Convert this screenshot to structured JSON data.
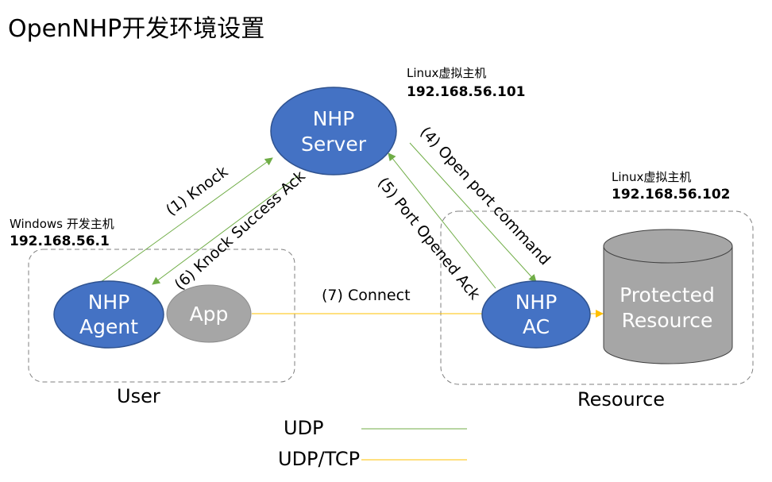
{
  "title": "OpenNHP开发环境设置",
  "hosts": {
    "server": {
      "name": "Linux虚拟主机",
      "ip": "192.168.56.101"
    },
    "resource": {
      "name": "Linux虚拟主机",
      "ip": "192.168.56.102"
    },
    "windows": {
      "name": "Windows 开发主机",
      "ip": "192.168.56.1"
    }
  },
  "nodes": {
    "server": {
      "line1": "NHP",
      "line2": "Server"
    },
    "agent": {
      "line1": "NHP",
      "line2": "Agent"
    },
    "app": {
      "label": "App"
    },
    "ac": {
      "line1": "NHP",
      "line2": "AC"
    },
    "protected": {
      "line1": "Protected",
      "line2": "Resource"
    }
  },
  "edges": {
    "knock": "(1) Knock",
    "open_port": "(4) Open port command",
    "port_opened": "(5) Port Opened Ack",
    "knock_ack": "(6) Knock Success Ack",
    "connect": "(7) Connect"
  },
  "groups": {
    "user": "User",
    "resource": "Resource"
  },
  "legend": {
    "udp": "UDP",
    "udp_tcp": "UDP/TCP"
  },
  "colors": {
    "nhp_node": "#4472C4",
    "nhp_node_border": "#2F528F",
    "gray_node": "#A6A6A6",
    "udp_line": "#70AD47",
    "tcp_line": "#FFC000",
    "group_border": "#7F7F7F"
  }
}
